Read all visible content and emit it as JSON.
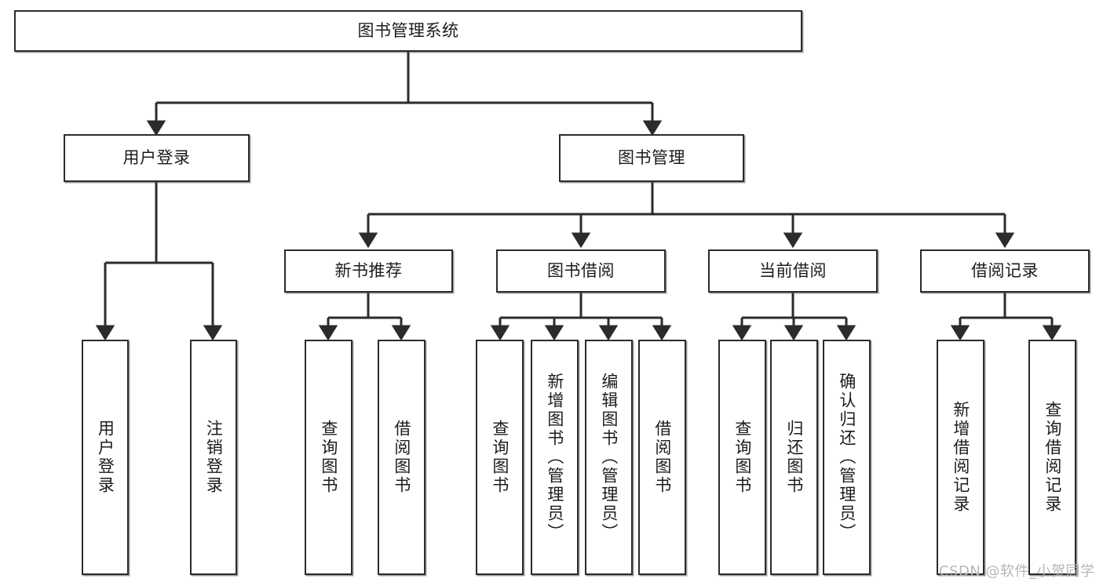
{
  "diagram": {
    "type": "tree-hierarchy",
    "title": "图书管理系统",
    "watermark": "CSDN @软件_小贺同学",
    "colors": {
      "box_border": "#2b2b2b",
      "box_fill": "#ffffff",
      "connector": "#2b2b2b",
      "text": "#1c1c1c",
      "watermark": "#b6b6b6",
      "background": "#ffffff"
    },
    "levels": {
      "level1": [
        {
          "id": "root",
          "label": "图书管理系统",
          "orientation": "horizontal"
        }
      ],
      "level2": [
        {
          "id": "user-login",
          "label": "用户登录",
          "orientation": "horizontal"
        },
        {
          "id": "book-manage",
          "label": "图书管理",
          "orientation": "horizontal"
        }
      ],
      "level3": [
        {
          "id": "new-book-rec",
          "label": "新书推荐",
          "orientation": "horizontal",
          "parent": "book-manage"
        },
        {
          "id": "book-borrow",
          "label": "图书借阅",
          "orientation": "horizontal",
          "parent": "book-manage"
        },
        {
          "id": "current-borrow",
          "label": "当前借阅",
          "orientation": "horizontal",
          "parent": "book-manage"
        },
        {
          "id": "borrow-record",
          "label": "借阅记录",
          "orientation": "horizontal",
          "parent": "book-manage"
        }
      ],
      "level4": [
        {
          "id": "leaf-user-login",
          "label": "用户登录",
          "orientation": "vertical",
          "parent": "user-login"
        },
        {
          "id": "leaf-logout",
          "label": "注销登录",
          "orientation": "vertical",
          "parent": "user-login"
        },
        {
          "id": "leaf-query-book-1",
          "label": "查询图书",
          "orientation": "vertical",
          "parent": "new-book-rec"
        },
        {
          "id": "leaf-borrow-book-1",
          "label": "借阅图书",
          "orientation": "vertical",
          "parent": "new-book-rec"
        },
        {
          "id": "leaf-query-book-2",
          "label": "查询图书",
          "orientation": "vertical",
          "parent": "book-borrow"
        },
        {
          "id": "leaf-add-book",
          "label": "新增图书（管理员）",
          "orientation": "vertical",
          "parent": "book-borrow"
        },
        {
          "id": "leaf-edit-book",
          "label": "编辑图书（管理员）",
          "orientation": "vertical",
          "parent": "book-borrow"
        },
        {
          "id": "leaf-borrow-book-2",
          "label": "借阅图书",
          "orientation": "vertical",
          "parent": "book-borrow"
        },
        {
          "id": "leaf-query-book-3",
          "label": "查询图书",
          "orientation": "vertical",
          "parent": "current-borrow"
        },
        {
          "id": "leaf-return-book",
          "label": "归还图书",
          "orientation": "vertical",
          "parent": "current-borrow"
        },
        {
          "id": "leaf-confirm-return",
          "label": "确认归还（管理员）",
          "orientation": "vertical",
          "parent": "current-borrow"
        },
        {
          "id": "leaf-add-record",
          "label": "新增借阅记录",
          "orientation": "vertical",
          "parent": "borrow-record"
        },
        {
          "id": "leaf-query-record",
          "label": "查询借阅记录",
          "orientation": "vertical",
          "parent": "borrow-record"
        }
      ]
    }
  }
}
